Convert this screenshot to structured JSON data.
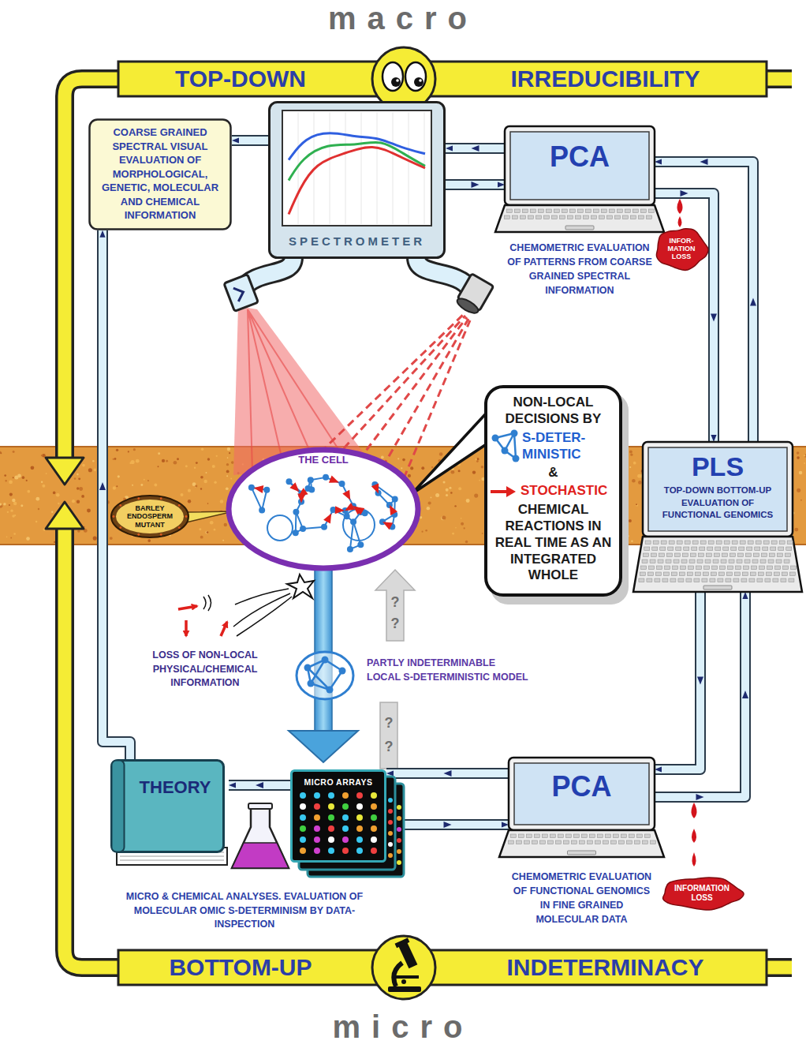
{
  "diagram": {
    "nodes": [
      {
        "text": [
          "COARSE GRAINED SPECTRAL VISUAL EVALUATION OF MORPHOLOGICAL, GENETIC, MOLECULAR AND CHEMICAL INFORMATION"
        ]
      },
      {
        "text": [
          "SPECTROMETER"
        ]
      },
      {
        "text": [
          "PCA",
          "CHEMOMETRIC EVALUATION OF PATTERNS FROM COARSE GRAINED SPECTRAL INFORMATION"
        ]
      },
      {
        "text": [
          "INFOR- MATION LOSS"
        ]
      },
      {
        "text": [
          "NON-LOCAL DECISIONS BY",
          "S-DETER- MINISTIC",
          "&",
          "STOCHASTIC",
          "CHEMICAL REACTIONS IN REAL TIME AS AN INTEGRATED WHOLE"
        ]
      },
      {
        "text": [
          "BARLEY ENDOSPERM MUTANT"
        ]
      },
      {
        "text": [
          "THE CELL"
        ]
      },
      {
        "text": [
          "PLS",
          "TOP-DOWN BOTTOM-UP EVALUATION OF FUNCTIONAL GENOMICS"
        ]
      },
      {
        "text": [
          "THEORY"
        ]
      },
      {
        "text": [
          "MICRO ARRAYS"
        ]
      },
      {
        "text": [
          "PCA",
          "CHEMOMETRIC EVALUATION OF FUNCTIONAL GENOMICS IN FINE GRAINED MOLECULAR DATA"
        ]
      },
      {
        "text": [
          "INFORMATION LOSS"
        ]
      }
    ],
    "edges": [
      {
        "from": 1,
        "to": 0,
        "arrow": "to"
      },
      {
        "from": 2,
        "to": 1,
        "arrow": "to"
      },
      {
        "from": 1,
        "to": 2,
        "arrow": "to"
      },
      {
        "from": 2,
        "to": 7,
        "arrow": "to"
      },
      {
        "from": 7,
        "to": 2,
        "arrow": "to"
      },
      {
        "from": 7,
        "to": 10,
        "arrow": "to"
      },
      {
        "from": 10,
        "to": 7,
        "arrow": "to"
      },
      {
        "from": 10,
        "to": 9,
        "arrow": "to"
      },
      {
        "from": 9,
        "to": 10,
        "arrow": "to"
      },
      {
        "from": 9,
        "to": 8,
        "arrow": "to"
      },
      {
        "from": 8,
        "to": 0,
        "arrow": "to"
      }
    ],
    "labels": [
      "macro",
      "TOP-DOWN",
      "IRREDUCIBILITY",
      "LOSS OF NON-LOCAL PHYSICAL/CHEMICAL INFORMATION",
      "PARTLY INDETERMINABLE LOCAL S-DETERMINISTIC MODEL",
      "?",
      "?",
      "?",
      "?",
      "MICRO & CHEMICAL ANALYSES. EVALUATION OF MOLECULAR OMIC S-DETERMINISM BY DATA-INSPECTION",
      "BOTTOM-UP",
      "INDETERMINACY",
      "micro"
    ]
  }
}
